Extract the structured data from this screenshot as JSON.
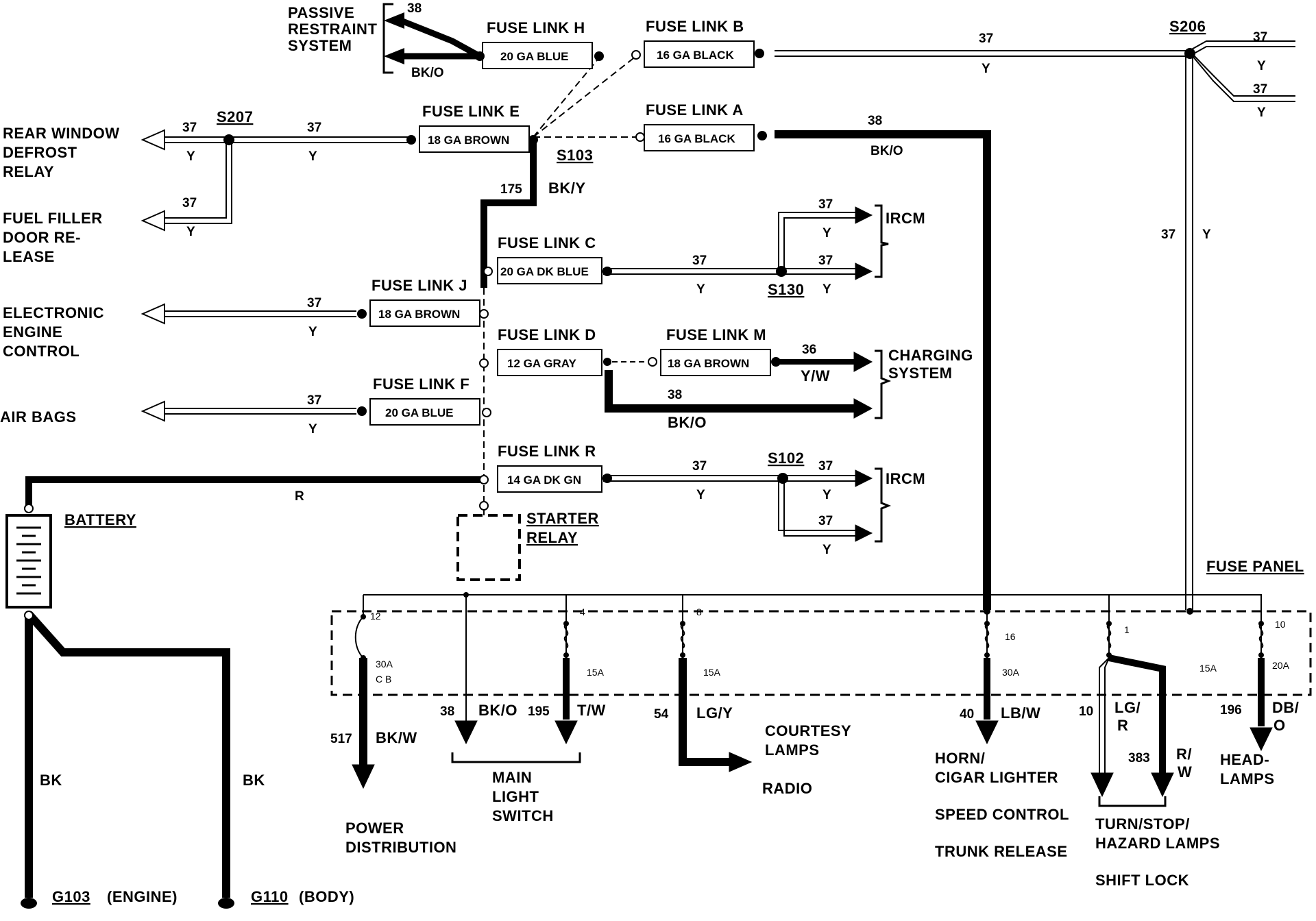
{
  "fuse_links": {
    "h": {
      "title": "FUSE LINK H",
      "spec": "20 GA BLUE"
    },
    "b": {
      "title": "FUSE LINK B",
      "spec": "16 GA BLACK"
    },
    "e": {
      "title": "FUSE LINK E",
      "spec": "18 GA BROWN"
    },
    "a": {
      "title": "FUSE LINK A",
      "spec": "16 GA BLACK"
    },
    "c": {
      "title": "FUSE LINK C",
      "spec": "20 GA DK BLUE"
    },
    "j": {
      "title": "FUSE LINK J",
      "spec": "18 GA BROWN"
    },
    "d": {
      "title": "FUSE LINK D",
      "spec": "12 GA GRAY"
    },
    "m": {
      "title": "FUSE LINK M",
      "spec": "18 GA BROWN"
    },
    "f": {
      "title": "FUSE LINK F",
      "spec": "20 GA BLUE"
    },
    "r": {
      "title": "FUSE LINK R",
      "spec": "14 GA DK GN"
    }
  },
  "splices": {
    "s206": "S206",
    "s207": "S207",
    "s103": "S103",
    "s130": "S130",
    "s102": "S102"
  },
  "components": {
    "passive_restraint": [
      "PASSIVE",
      "RESTRAINT",
      "SYSTEM"
    ],
    "rear_window": [
      "REAR WINDOW",
      "DEFROST",
      "RELAY"
    ],
    "fuel_filler": [
      "FUEL FILLER",
      "DOOR RE-",
      "LEASE"
    ],
    "eec": [
      "ELECTRONIC",
      "ENGINE",
      "CONTROL"
    ],
    "air_bags": "AIR BAGS",
    "ircm": "IRCM",
    "charging": [
      "CHARGING",
      "SYSTEM"
    ],
    "battery": "BATTERY",
    "starter_relay": [
      "STARTER",
      "RELAY"
    ],
    "fuse_panel": "FUSE PANEL",
    "power_dist": [
      "POWER",
      "DISTRIBUTION"
    ],
    "main_light": [
      "MAIN",
      "LIGHT",
      "SWITCH"
    ],
    "courtesy": [
      "COURTESY",
      "LAMPS"
    ],
    "radio": "RADIO",
    "horn": [
      "HORN/",
      "CIGAR LIGHTER"
    ],
    "speed": "SPEED CONTROL",
    "trunk": "TRUNK RELEASE",
    "turn": [
      "TURN/STOP/",
      "HAZARD LAMPS"
    ],
    "shift": "SHIFT LOCK",
    "headlamps": [
      "HEAD-",
      "LAMPS"
    ],
    "g103": "G103",
    "engine": "(ENGINE)",
    "g110": "G110",
    "body": "(BODY)"
  },
  "wires": {
    "n37": "37",
    "n38": "38",
    "n175": "175",
    "n36": "36",
    "n517": "517",
    "n195": "195",
    "n54": "54",
    "n40": "40",
    "n10": "10",
    "n383": "383",
    "n196": "196",
    "y": "Y",
    "bko": "BK/O",
    "bky": "BK/Y",
    "yw": "Y/W",
    "r": "R",
    "bk": "BK",
    "bkw": "BK/W",
    "tw": "T/W",
    "lgy": "LG/Y",
    "lbw": "LB/W",
    "lg": "LG/",
    "r2": "R",
    "rw1": "R/",
    "rw2": "W",
    "db": "DB/",
    "o": "O"
  },
  "fuses": {
    "f12": "12",
    "f12a": "30A",
    "f12b": "C B",
    "f4": "4",
    "f4a": "15A",
    "f8": "8",
    "f8a": "15A",
    "f16": "16",
    "f16a": "30A",
    "f1": "1",
    "f1a": "15A",
    "f10": "10",
    "f10a": "20A"
  }
}
